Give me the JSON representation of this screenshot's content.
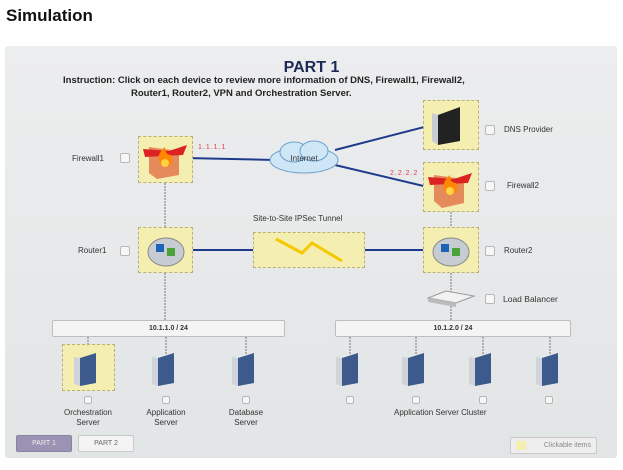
{
  "page_title": "Simulation",
  "header": {
    "title": "PART 1",
    "instruction_line1": "Instruction: Click on each device to review more information of DNS, Firewall1, Firewall2,",
    "instruction_line2": "Router1, Router2, VPN and Orchestration Server."
  },
  "devices": {
    "firewall1": "Firewall1",
    "firewall1_ip": "1.1.1.1",
    "internet": "Internet",
    "dns": "DNS Provider",
    "firewall2": "Firewall2",
    "firewall2_ip": "2.2.2.2",
    "tunnel": "Site-to-Site IPSec Tunnel",
    "router1": "Router1",
    "router2": "Router2",
    "load_balancer": "Load Balancer"
  },
  "subnets": [
    "10.1.1.0 / 24",
    "10.1.2.0 / 24"
  ],
  "servers": {
    "orch1": "Orchestration",
    "orch2": "Server",
    "app1": "Application",
    "app2": "Server",
    "db1": "Database",
    "db2": "Server",
    "cluster": "Application Server Cluster"
  },
  "footer": {
    "part1": "PART 1",
    "part2": "PART 2",
    "legend": "Clickable items"
  },
  "colors": {
    "highlight": "#f4eeb0",
    "link": "#1e3a8a",
    "ip": "#e0404a",
    "active_tab": "#9a93b3"
  }
}
